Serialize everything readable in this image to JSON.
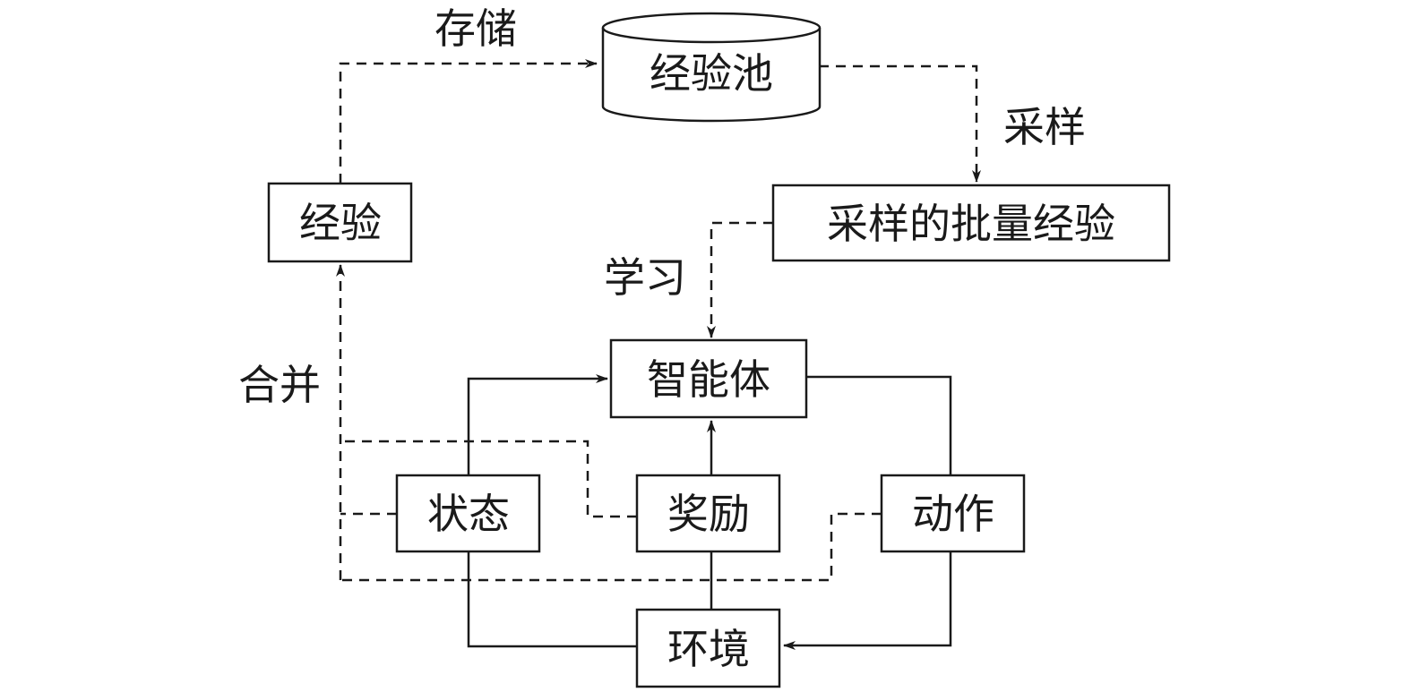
{
  "nodes": {
    "experience_pool": "经验池",
    "experience": "经验",
    "sampled_batch": "采样的批量经验",
    "agent": "智能体",
    "state": "状态",
    "reward": "奖励",
    "action": "动作",
    "environment": "环境"
  },
  "edges": {
    "store": "存储",
    "sample": "采样",
    "learn": "学习",
    "merge": "合并"
  },
  "colors": {
    "line": "#1a1a1a",
    "background": "#ffffff"
  }
}
